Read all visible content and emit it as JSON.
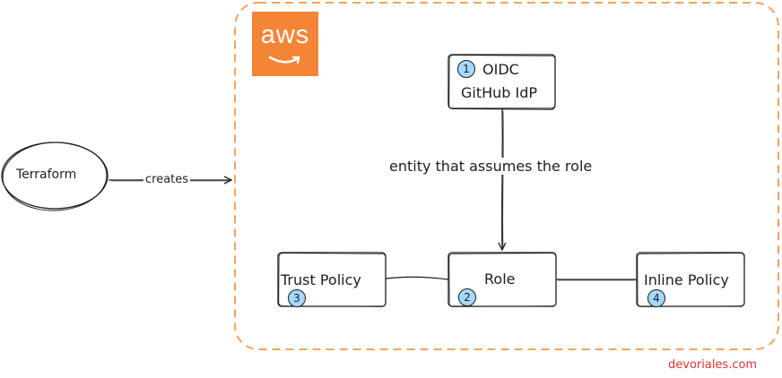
{
  "diagram": {
    "terraform_label": "Terraform",
    "creates_label": "creates",
    "aws_logo_text": "aws",
    "oidc_badge": "1",
    "oidc_line1": "OIDC",
    "oidc_line2": "GitHub IdP",
    "edge_label": "entity that assumes the role",
    "role_label": "Role",
    "role_badge": "2",
    "trust_label": "Trust Policy",
    "trust_badge": "3",
    "inline_label": "Inline Policy",
    "inline_badge": "4",
    "watermark": "devoriales.com"
  },
  "colors": {
    "aws_orange": "#f58536",
    "boundary_orange": "#f5a25d",
    "stroke": "#1e1e1e",
    "badge_fill": "#a5d8ff",
    "watermark_red": "#e03131"
  }
}
